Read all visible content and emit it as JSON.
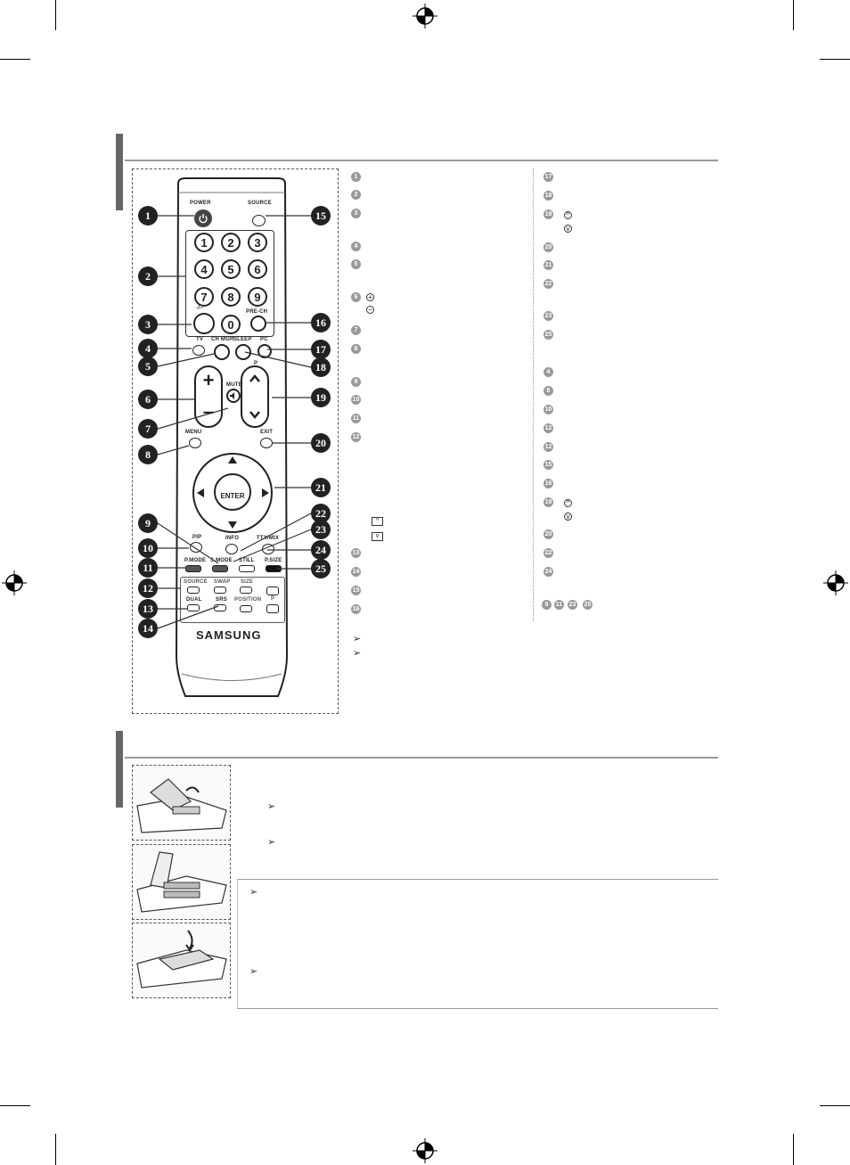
{
  "remote": {
    "labels": {
      "power": "POWER",
      "source": "SOURCE",
      "dash": "-/--",
      "prech": "PRE-CH",
      "tv": "TV",
      "chmgr": "CH MGR",
      "sleep": "SLEEP",
      "pc": "PC",
      "mute": "MUTE",
      "p": "P",
      "menu": "MENU",
      "exit": "EXIT",
      "enter": "ENTER",
      "info": "INFO",
      "ttxmix": "TTX/MIX",
      "pip": "PIP",
      "pmode": "P.MODE",
      "smode": "S.MODE",
      "still": "STILL",
      "psize": "P.SIZE",
      "source2": "SOURCE",
      "swap": "SWAP",
      "size": "SIZE",
      "dual": "DUAL",
      "srs": "SRS",
      "position": "POSITION",
      "p2": "P",
      "brand": "SAMSUNG"
    },
    "digits": [
      "1",
      "2",
      "3",
      "4",
      "5",
      "6",
      "7",
      "8",
      "9",
      "0"
    ],
    "vol_plus": "+",
    "vol_minus": "–"
  },
  "callouts_left": [
    "1",
    "2",
    "3",
    "4",
    "5",
    "6",
    "7",
    "8",
    "9",
    "10",
    "11",
    "12",
    "13",
    "14"
  ],
  "callouts_right": [
    "15",
    "16",
    "17",
    "18",
    "19",
    "20",
    "21",
    "22",
    "23",
    "24",
    "25"
  ],
  "list_left": [
    "1",
    "2",
    "3",
    "4",
    "5",
    "6",
    "7",
    "8",
    "9",
    "10",
    "11",
    "12",
    "13",
    "14",
    "15",
    "16"
  ],
  "list_right": [
    "17",
    "18",
    "19",
    "20",
    "21",
    "22",
    "23",
    "25"
  ],
  "list_right2": [
    "4",
    "8",
    "10",
    "12",
    "12",
    "15",
    "16",
    "19",
    "20",
    "22",
    "24"
  ],
  "list_footer": [
    "9",
    "11",
    "23",
    "25"
  ]
}
